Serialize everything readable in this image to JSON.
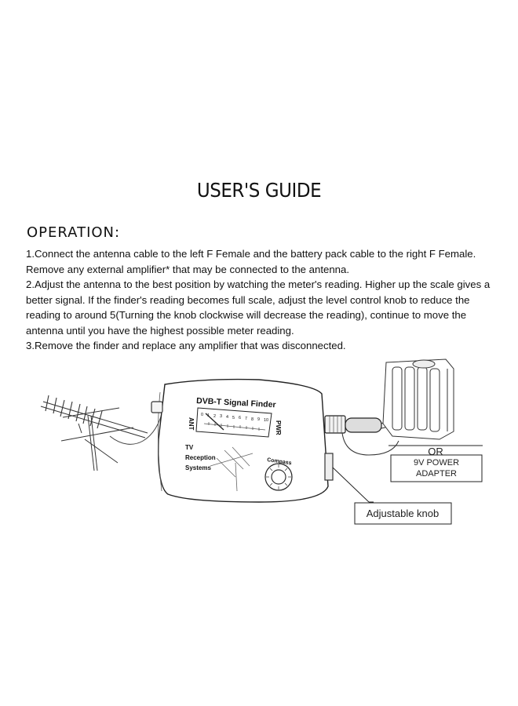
{
  "title": "USER'S GUIDE",
  "operation_heading": "OPERATION:",
  "steps": [
    "1.Connect the antenna cable to the left F Female and the battery pack cable to the right F Female. Remove any external amplifier* that may be connected to the antenna.",
    "2.Adjust the antenna to the best position by watching the meter's reading. Higher up the scale gives a better signal.  If the finder's reading becomes full scale, adjust the level control knob to reduce the reading to around 5(Turning the knob clockwise will decrease the reading), continue to move the antenna until you have the highest possible meter reading.",
    "3.Remove the finder and replace any amplifier that was disconnected."
  ],
  "diagram": {
    "device_name": "DVB-T Signal Finder",
    "ant_label": "ANT",
    "pwr_label": "PWR",
    "scale": [
      "0",
      "1",
      "2",
      "3",
      "4",
      "5",
      "6",
      "7",
      "8",
      "9",
      "10"
    ],
    "tv_lines": [
      "TV",
      "Reception",
      "Systems"
    ],
    "compass_label": "Compass",
    "or_label": "OR",
    "power_adapter_line1": "9V POWER",
    "power_adapter_line2": "ADAPTER",
    "knob_callout": "Adjustable knob"
  }
}
